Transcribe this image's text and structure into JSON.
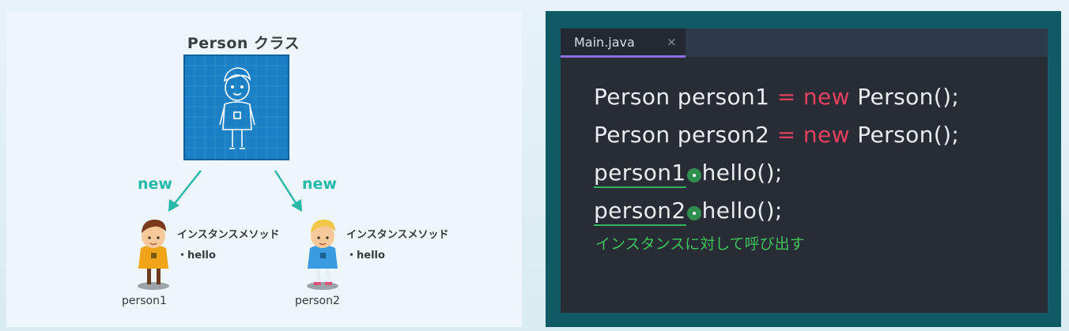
{
  "diagram": {
    "title": "Person クラス",
    "arrow_left_label": "new",
    "arrow_right_label": "new",
    "instances": [
      {
        "method_header": "インスタンスメソッド",
        "method_item": "・hello",
        "name": "person1",
        "shirt_color": "#f0a417",
        "hair_color": "#7a3b1c"
      },
      {
        "method_header": "インスタンスメソッド",
        "method_item": "・hello",
        "name": "person2",
        "shirt_color": "#3b9be0",
        "hair_color": "#f2c74a"
      }
    ],
    "colors": {
      "blueprint": "#1a7fc4",
      "arrow": "#27b8a8"
    }
  },
  "editor": {
    "tab_name": "Main.java",
    "tab_close": "×",
    "lines": [
      {
        "a": "Person person1 ",
        "op": "=",
        "kw": "new",
        "b": " Person();"
      },
      {
        "a": "Person person2 ",
        "op": "=",
        "kw": "new",
        "b": " Person();"
      }
    ],
    "call_lines": [
      {
        "object": "person1",
        "method": "hello();"
      },
      {
        "object": "person2",
        "method": "hello();"
      }
    ],
    "annotation": "インスタンスに対して呼び出す",
    "colors": {
      "keyword": "#e4405f",
      "highlight": "#35b561",
      "background": "#282c34"
    }
  }
}
